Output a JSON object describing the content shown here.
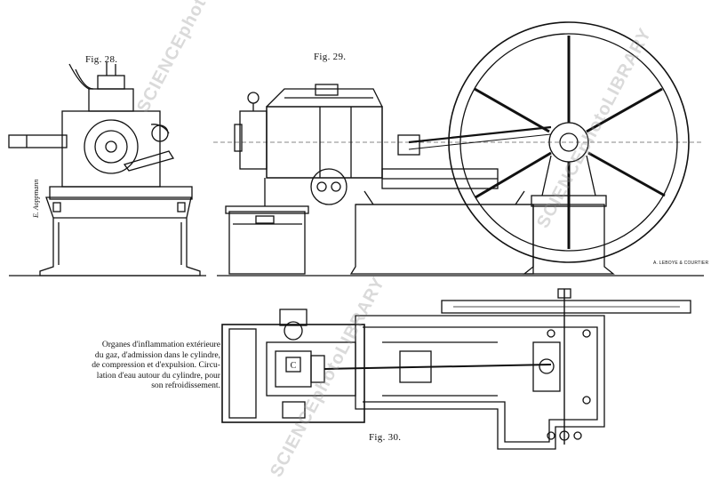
{
  "figures": {
    "fig28_label": "Fig. 28.",
    "fig29_label": "Fig. 29.",
    "fig30_label": "Fig. 30."
  },
  "caption": {
    "lines": [
      "Organes d'inflammation extérieure",
      "du gaz, d'admission dans le cylindre,",
      "de compression et d'expulsion. Circu-",
      "lation d'eau autour du cylindre, pour",
      "son refroidissement."
    ]
  },
  "signature": "E. Aoppmann",
  "engraver_credit": "A. LEBOYE & COURTIER",
  "part_label": "C",
  "watermark": {
    "line1": "SCIENCEphotoLIBRARY",
    "line2": "SCIENCEphotoLIBRARY",
    "line3": "SCIENCEphotoLIBRARY"
  },
  "colors": {
    "ink": "#111111",
    "paper": "#ffffff",
    "watermark": "#9a9a9a"
  }
}
